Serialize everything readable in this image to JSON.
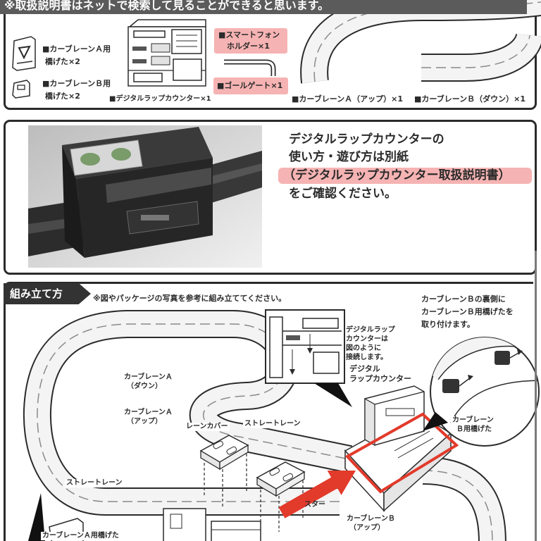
{
  "banner": {
    "text": "※取扱説明書はネットで検索して見ることができると思います。"
  },
  "parts": {
    "bracket_a": {
      "name": "■カーブレーンＡ用",
      "qty": "橋げた×2"
    },
    "bracket_b": {
      "name": "■カーブレーンＢ用",
      "qty": "橋げた×2"
    },
    "lap_counter": "■デジタルラップカウンター×1",
    "phone_holder": {
      "line1": "■スマートフォン",
      "line2": "ホルダー×1"
    },
    "goal_gate": "■ゴールゲート×1",
    "curve_a_up": "■カーブレーンＡ（アップ）×1",
    "curve_b_down": "■カーブレーンＢ（ダウン）×1"
  },
  "counter_note": {
    "line1": "デジタルラップカウンターの",
    "line2": "使い方・遊び方は別紙",
    "line3": "（デジタルラップカウンター取扱説明書）",
    "line4": "をご確認ください。"
  },
  "assembly": {
    "heading": "組み立て方",
    "note": "※図やパッケージの写真を参考に組み立ててください。",
    "bracket_b_callout": {
      "line1": "カーブレーンＢの裏側に",
      "line2": "カーブレーンＢ用橋げたを",
      "line3": "取り付けます。"
    },
    "counter_callout": {
      "line1": "デジタルラップ",
      "line2": "カウンターは",
      "line3": "図のように",
      "line4": "接続します。"
    },
    "labels": {
      "lap_counter": {
        "line1": "デジタル",
        "line2": "ラップカウンター"
      },
      "curve_a_down": {
        "line1": "カーブレーンＡ",
        "line2": "（ダウン）"
      },
      "curve_a_up": {
        "line1": "カーブレーンＡ",
        "line2": "（アップ）"
      },
      "lane_cover": "レーンカバー",
      "straight_lane_upper": "ストレートレーン",
      "straight_lane_lower": "ストレートレーン",
      "start": "スター",
      "bracket_b": {
        "line1": "カーブレーン",
        "line2": "Ｂ用橋げた"
      },
      "curve_b_up": {
        "line1": "カーブレーンＢ",
        "line2": "（アップ）"
      },
      "bracket_a": "カーブレーンＡ用橋げた"
    }
  },
  "colors": {
    "banner": "#5b5b5b",
    "highlight": "#f6b3b3",
    "accent_red": "#e23a2b",
    "ink": "#2b2b2b"
  }
}
